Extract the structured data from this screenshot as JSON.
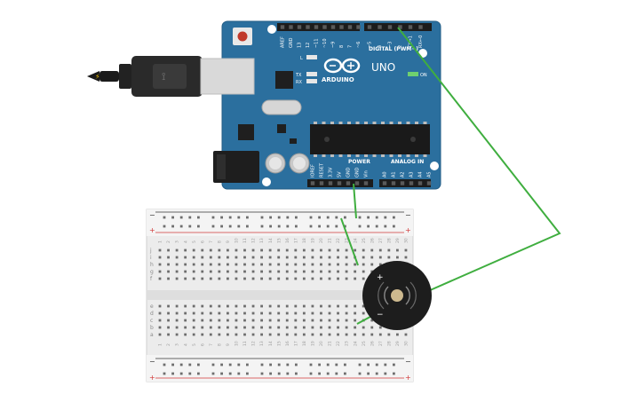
{
  "board": {
    "brand": "ARDUINO",
    "model": "UNO",
    "header_digital": "DIGITAL (PWM~)",
    "header_power": "POWER",
    "header_analog": "ANALOG IN",
    "label_L": "L",
    "label_TX": "TX",
    "label_RX": "RX",
    "label_ON": "ON",
    "digital_pins": [
      "AREF",
      "GND",
      "13",
      "12",
      "~11",
      "~10",
      "~9",
      "8",
      "7",
      "~6",
      "~5",
      "4",
      "~3",
      "2",
      "TX→1",
      "RX←0"
    ],
    "power_pins": [
      "IOREF",
      "RESET",
      "3.3V",
      "5V",
      "GND",
      "GND",
      "Vin"
    ],
    "analog_pins": [
      "A0",
      "A1",
      "A2",
      "A3",
      "A4",
      "A5"
    ]
  },
  "breadboard": {
    "columns": [
      "1",
      "2",
      "3",
      "4",
      "5",
      "6",
      "7",
      "8",
      "9",
      "10",
      "11",
      "12",
      "13",
      "14",
      "15",
      "16",
      "17",
      "18",
      "19",
      "20",
      "21",
      "22",
      "23",
      "24",
      "25",
      "26",
      "27",
      "28",
      "29",
      "30"
    ],
    "rows_top": [
      "j",
      "i",
      "h",
      "g",
      "f"
    ],
    "rows_bottom": [
      "e",
      "d",
      "c",
      "b",
      "a"
    ],
    "rail_minus": "−",
    "rail_plus": "+"
  },
  "buzzer": {
    "plus_label": "+",
    "minus_label": "−"
  },
  "colors": {
    "board_blue": "#2b6f9e",
    "wire_green": "#3fae3f",
    "rail_red": "#d23a3a",
    "rail_dark": "#333333"
  }
}
